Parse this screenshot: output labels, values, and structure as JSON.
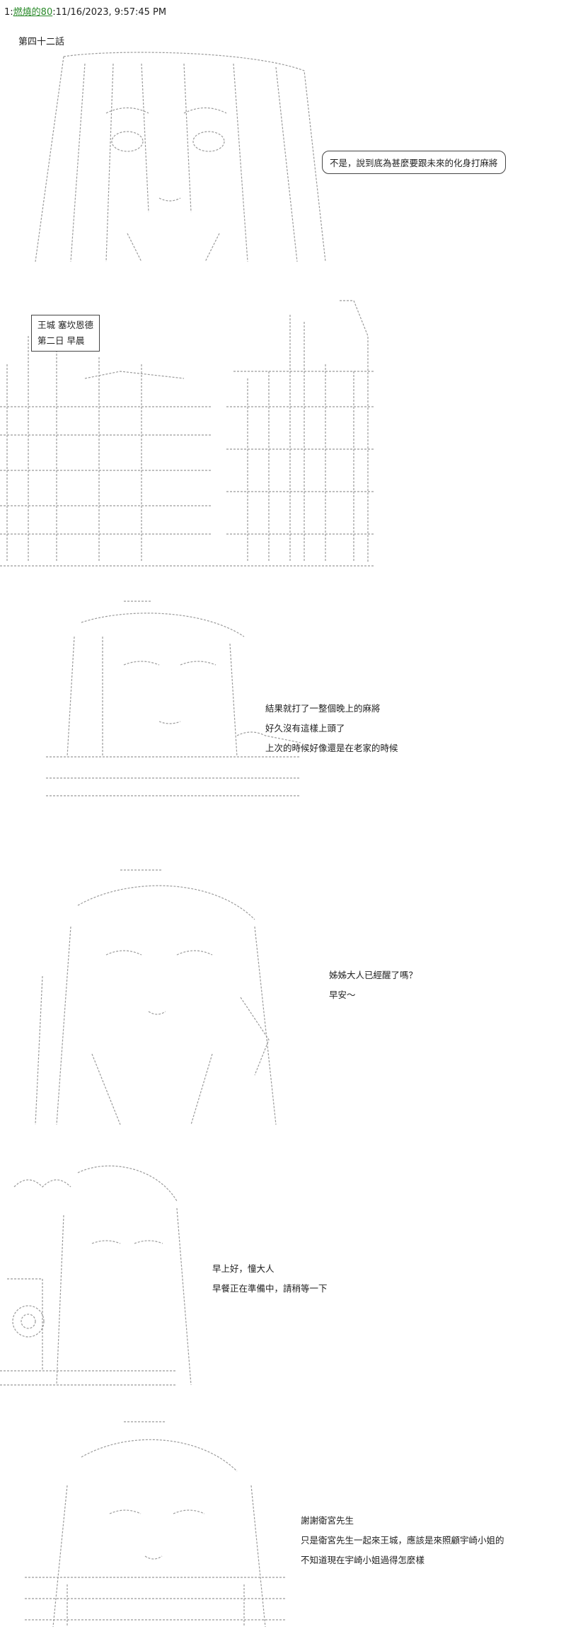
{
  "post": {
    "number": "1",
    "author": "燃燒的80",
    "datetime": "11/16/2023, 9:57:45 PM"
  },
  "chapter_title": "第四十二話",
  "panels": [
    {
      "kind": "bubble",
      "lines": [
        "不是，說到底為甚麼要跟未來的化身打麻將"
      ]
    },
    {
      "kind": "place",
      "lines": [
        "王城 塞坎恩德",
        "第二日 早晨"
      ]
    },
    {
      "kind": "text",
      "lines": [
        "結果就打了一整個晚上的麻將",
        "好久沒有這樣上頭了",
        "上次的時候好像還是在老家的時候"
      ]
    },
    {
      "kind": "text",
      "lines": [
        "姊姊大人已經醒了嗎？",
        "早安～"
      ]
    },
    {
      "kind": "text",
      "lines": [
        "早上好，憧大人",
        "早餐正在準備中，請稍等一下"
      ]
    },
    {
      "kind": "text",
      "lines": [
        "謝謝衛宮先生",
        "只是衛宮先生一起來王城，應該是來照顧宇崎小姐的",
        "不知道現在宇崎小姐過得怎麼樣"
      ]
    }
  ],
  "art": {
    "line_color": "#9a9a9a",
    "figure_names": [
      "anime-girl-face-ascii-art",
      "castle-town-ascii-art",
      "girl-in-bed-ascii-art",
      "girl-waking-ascii-art",
      "servant-cooking-ascii-art",
      "girl-at-table-ascii-art"
    ]
  }
}
